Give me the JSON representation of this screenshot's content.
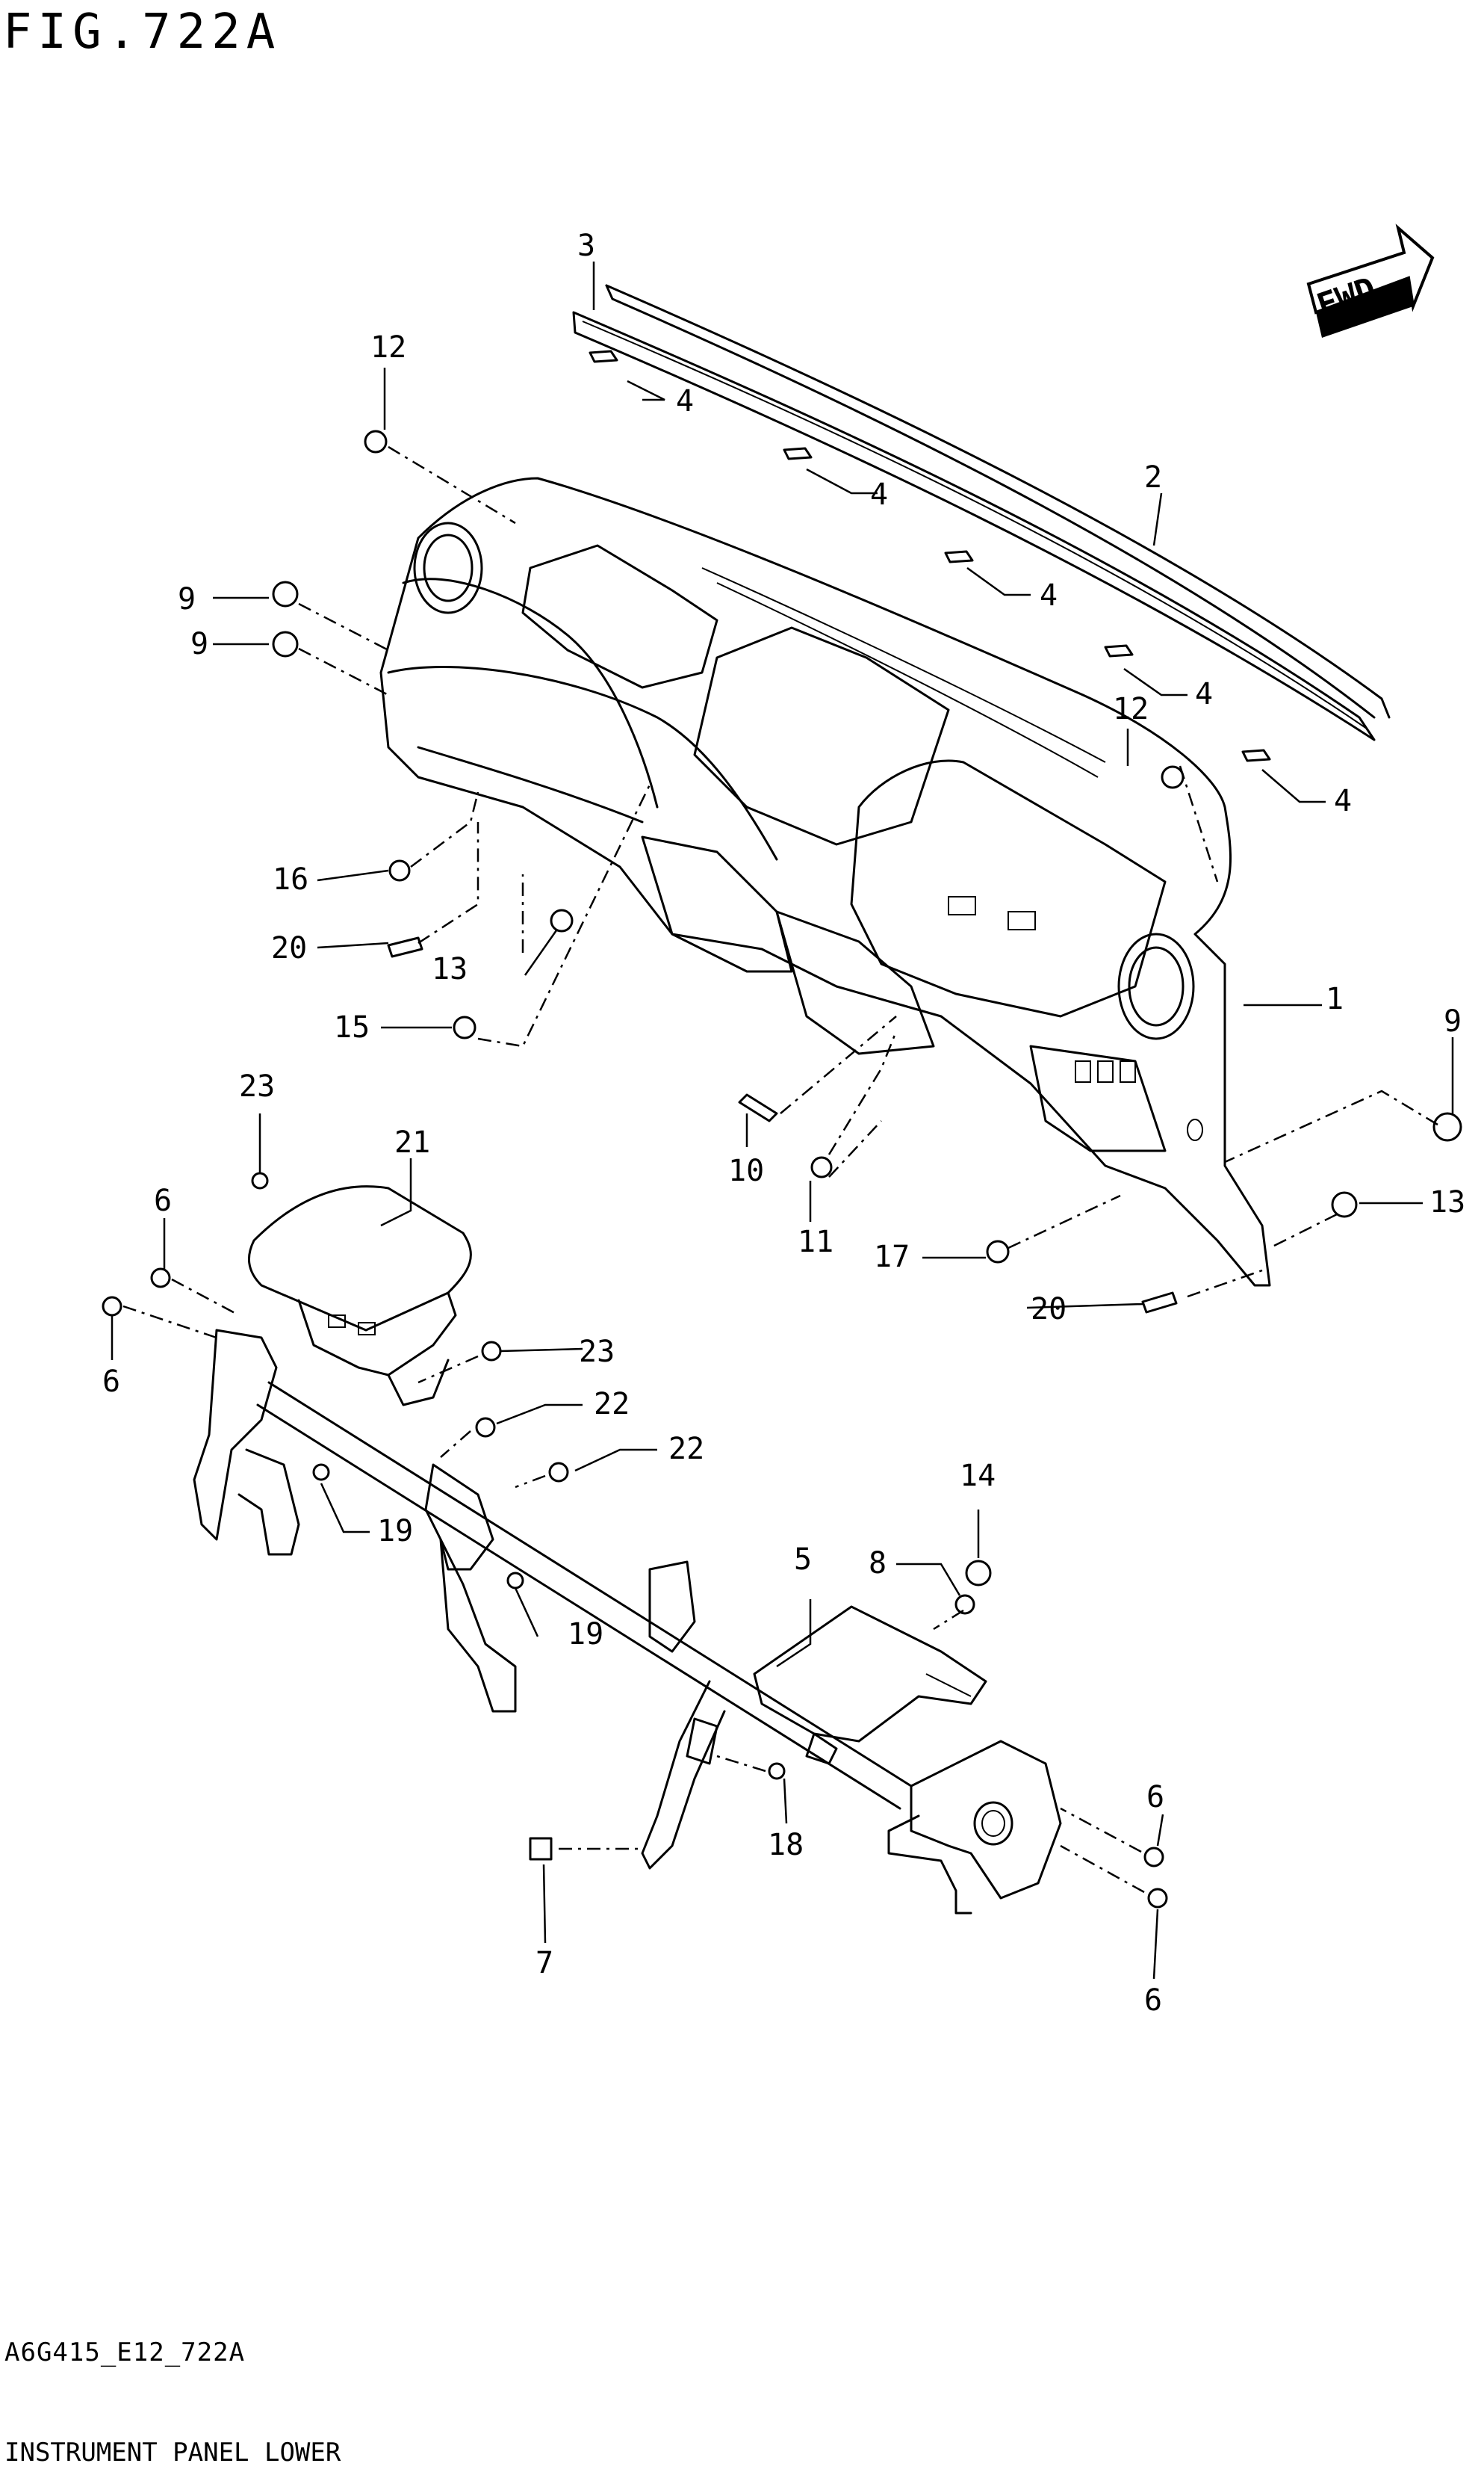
{
  "figure": {
    "title": "FIG.722A",
    "code": "A6G415_E12_722A",
    "caption": "INSTRUMENT PANEL LOWER",
    "direction_badge": "FWD"
  },
  "callouts": [
    "1",
    "2",
    "3",
    "4",
    "4",
    "4",
    "4",
    "4",
    "5",
    "6",
    "6",
    "6",
    "6",
    "7",
    "8",
    "9",
    "9",
    "9",
    "10",
    "11",
    "12",
    "12",
    "13",
    "13",
    "14",
    "15",
    "16",
    "17",
    "18",
    "19",
    "19",
    "20",
    "20",
    "21",
    "22",
    "22",
    "23",
    "23"
  ]
}
